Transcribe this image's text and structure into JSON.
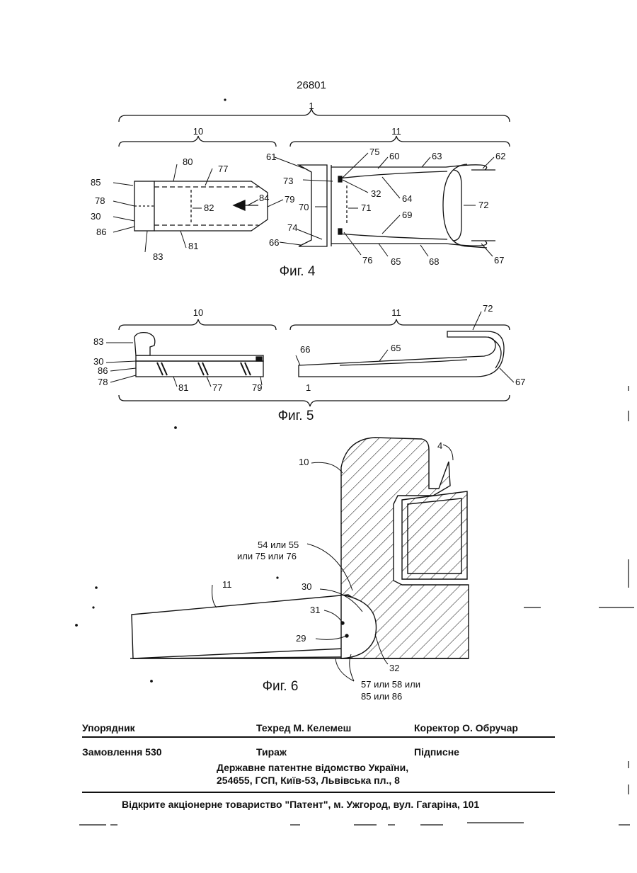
{
  "header": {
    "patent_number": "26801"
  },
  "figures": {
    "fig4": {
      "caption": "Фиг. 4",
      "labels": [
        "1",
        "10",
        "11",
        "80",
        "77",
        "85",
        "78",
        "30",
        "86",
        "82",
        "84",
        "79",
        "83",
        "81",
        "61",
        "75",
        "60",
        "63",
        "62",
        "73",
        "32",
        "64",
        "70",
        "71",
        "72",
        "69",
        "74",
        "66",
        "76",
        "65",
        "68",
        "67"
      ]
    },
    "fig5": {
      "caption": "Фиг. 5",
      "labels": [
        "10",
        "11",
        "72",
        "83",
        "30",
        "86",
        "78",
        "81",
        "77",
        "79",
        "66",
        "65",
        "1",
        "67"
      ]
    },
    "fig6": {
      "caption": "Фиг. 6",
      "labels": {
        "l4": "4",
        "l10": "10",
        "l54a": "54 или 55",
        "l54b": "или 75 или 76",
        "l11": "11",
        "l30": "30",
        "l31": "31",
        "l29": "29",
        "l32": "32",
        "l57a": "57 или 58 или",
        "l57b": "85 или 86"
      }
    }
  },
  "footer": {
    "compiler": "Упорядник",
    "techred": "Техред М. Келемеш",
    "corrector": "Коректор О. Обручар",
    "order": "Замовлення 530",
    "circulation": "Тираж",
    "subscription": "Підписне",
    "office_line1": "Державне патентне відомство України,",
    "office_line2": "254655, ГСП, Київ-53, Львівська пл., 8",
    "publisher": "Відкрите акціонерне товариство \"Патент\", м. Ужгород, вул. Гагаріна, 101"
  }
}
